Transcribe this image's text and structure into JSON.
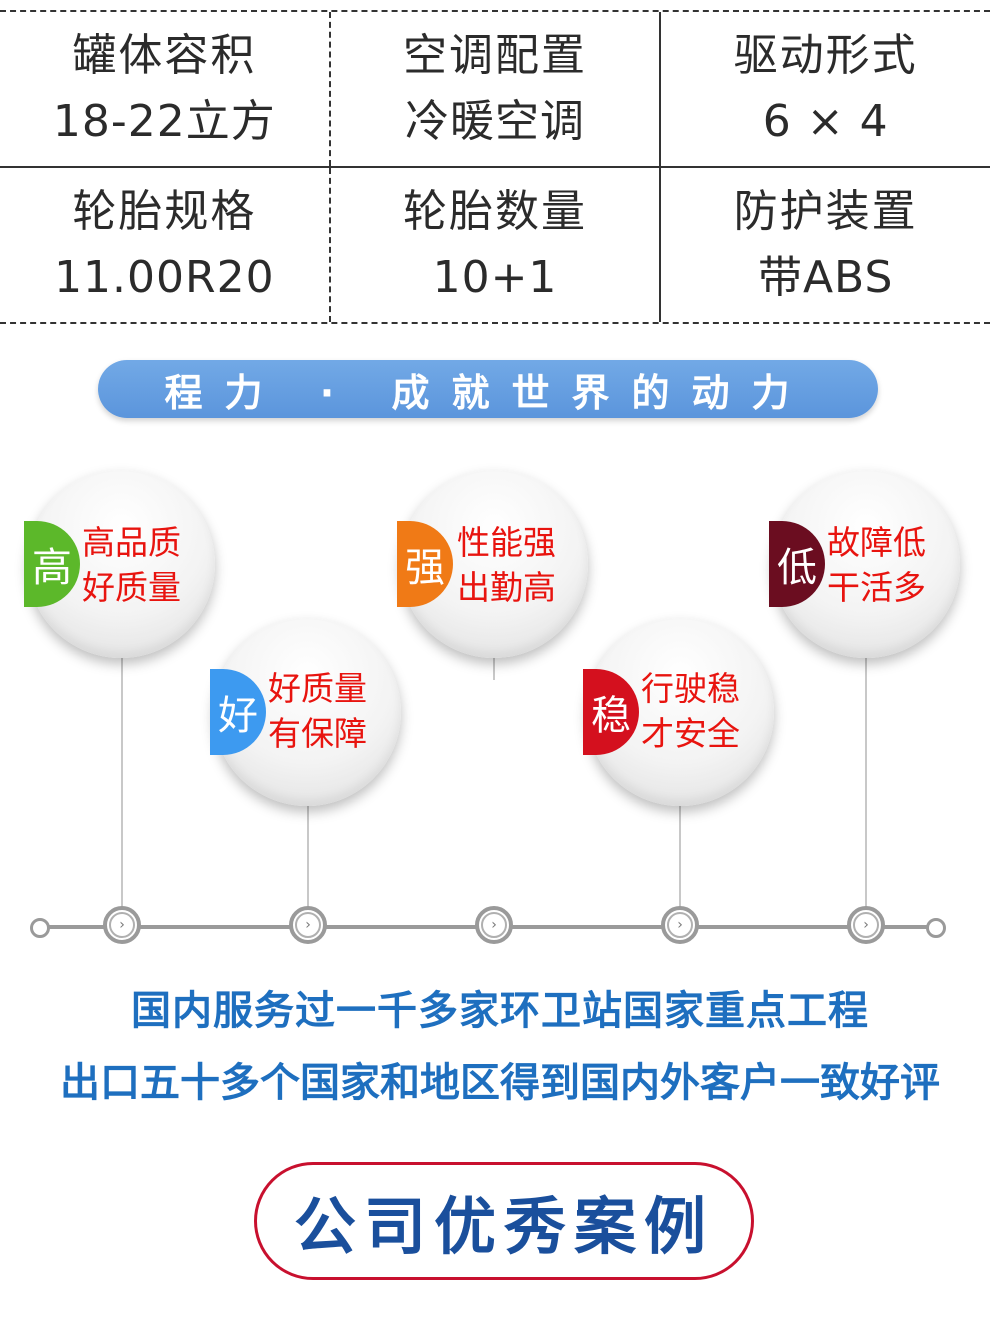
{
  "specs": [
    [
      {
        "label": "罐体容积",
        "value": "18-22立方"
      },
      {
        "label": "空调配置",
        "value": "冷暖空调"
      },
      {
        "label": "驱动形式",
        "value": "6 × 4"
      }
    ],
    [
      {
        "label": "轮胎规格",
        "value": "11.00R20"
      },
      {
        "label": "轮胎数量",
        "value": "10+1"
      },
      {
        "label": "防护装置",
        "value": "带ABS"
      }
    ]
  ],
  "slogan": "程力 · 成就世界的动力",
  "features": [
    {
      "char": "高",
      "line1": "高品质",
      "line2": "好质量",
      "color": "#5cb82a"
    },
    {
      "char": "好",
      "line1": "好质量",
      "line2": "有保障",
      "color": "#3d9af0"
    },
    {
      "char": "强",
      "line1": "性能强",
      "line2": "出勤高",
      "color": "#f07a16"
    },
    {
      "char": "稳",
      "line1": "行驶稳",
      "line2": "才安全",
      "color": "#d4101e"
    },
    {
      "char": "低",
      "line1": "故障低",
      "line2": "干活多",
      "color": "#6b0d20"
    }
  ],
  "timeline_node_glyph": "›",
  "service_line1": "国内服务过一千多家环卫站国家重点工程",
  "service_line2": "出口五十多个国家和地区得到国内外客户一致好评",
  "cases_button": "公司优秀案例"
}
